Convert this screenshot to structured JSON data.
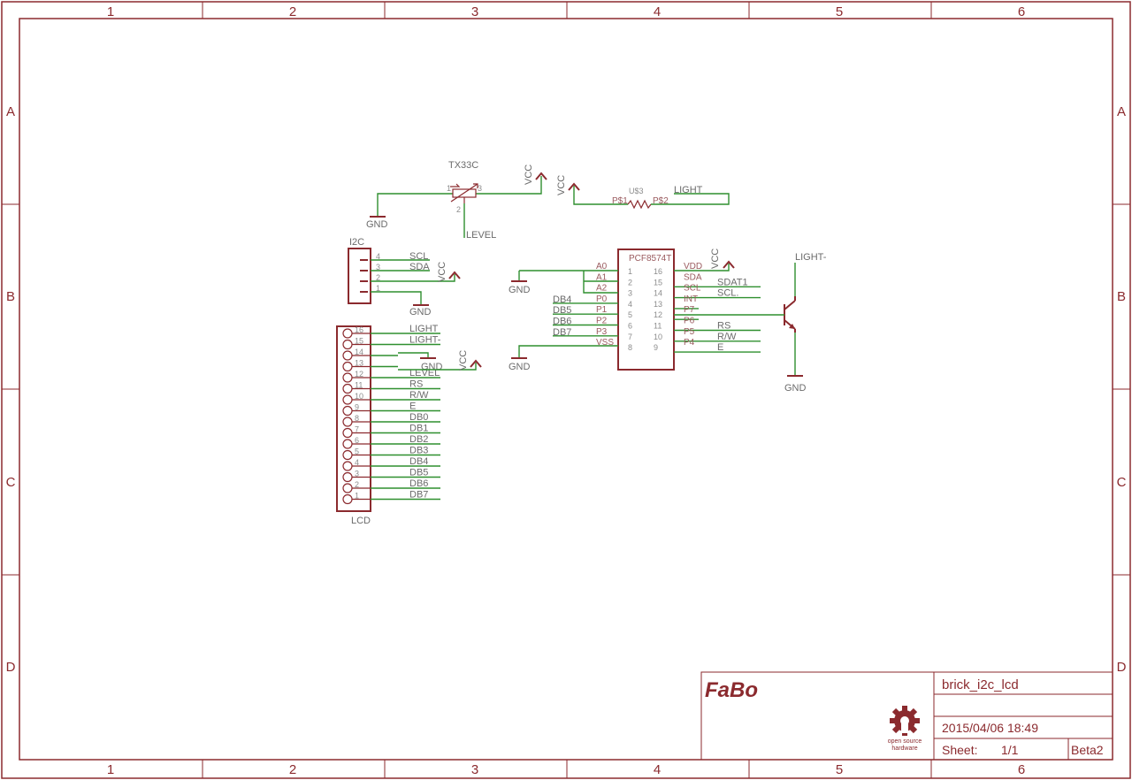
{
  "frame": {
    "columns": [
      "1",
      "2",
      "3",
      "4",
      "5",
      "6"
    ],
    "rows": [
      "A",
      "B",
      "C",
      "D"
    ]
  },
  "title_block": {
    "logo": "FaBo",
    "name": "brick_i2c_lcd",
    "date": "2015/04/06 18:49",
    "sheet_label": "Sheet:",
    "sheet_value": "1/1",
    "revision": "Beta2",
    "osh_line1": "open source",
    "osh_line2": "hardware"
  },
  "trimmer": {
    "name": "TX33C",
    "pin1": "1",
    "pin2": "2",
    "pin3": "3",
    "gnd": "GND",
    "vcc": "VCC",
    "wiper_net": "LEVEL"
  },
  "resistor": {
    "name": "U$3",
    "pin_a": "P$1",
    "pin_b": "P$2",
    "vcc": "VCC",
    "net": "LIGHT"
  },
  "i2c_header": {
    "name": "I2C",
    "pins": [
      "4",
      "3",
      "2",
      "1"
    ],
    "nets": [
      "SCL",
      "SDA"
    ],
    "vcc": "VCC",
    "gnd": "GND"
  },
  "lcd": {
    "name": "LCD",
    "pins": [
      "16",
      "15",
      "14",
      "13",
      "12",
      "11",
      "10",
      "9",
      "8",
      "7",
      "6",
      "5",
      "4",
      "3",
      "2",
      "1"
    ],
    "nets": [
      "LIGHT",
      "LIGHT-",
      "GND",
      "",
      "LEVEL",
      "RS",
      "R/W",
      "E",
      "DB0",
      "DB1",
      "DB2",
      "DB3",
      "DB4",
      "DB5",
      "DB6",
      "DB7"
    ],
    "vcc": "VCC"
  },
  "ic": {
    "name": "PCF8574T",
    "left_pins": [
      {
        "num": "1",
        "name": "A0",
        "net": ""
      },
      {
        "num": "2",
        "name": "A1",
        "net": ""
      },
      {
        "num": "3",
        "name": "A2",
        "net": ""
      },
      {
        "num": "4",
        "name": "P0",
        "net": "DB4"
      },
      {
        "num": "5",
        "name": "P1",
        "net": "DB5"
      },
      {
        "num": "6",
        "name": "P2",
        "net": "DB6"
      },
      {
        "num": "7",
        "name": "P3",
        "net": "DB7"
      },
      {
        "num": "8",
        "name": "VSS",
        "net": ""
      }
    ],
    "right_pins": [
      {
        "num": "16",
        "name": "VDD",
        "net": ""
      },
      {
        "num": "15",
        "name": "SDA",
        "net": "SDAT1"
      },
      {
        "num": "14",
        "name": "SCL",
        "net": "SCL."
      },
      {
        "num": "13",
        "name": "INT",
        "net": ""
      },
      {
        "num": "12",
        "name": "P7",
        "net": ""
      },
      {
        "num": "11",
        "name": "P6",
        "net": "RS"
      },
      {
        "num": "10",
        "name": "P5",
        "net": "R/W"
      },
      {
        "num": "9",
        "name": "P4",
        "net": "E"
      }
    ],
    "vcc": "VCC",
    "gnd_a": "GND",
    "gnd_b": "GND"
  },
  "transistor": {
    "net_top": "LIGHT-",
    "gnd": "GND"
  }
}
